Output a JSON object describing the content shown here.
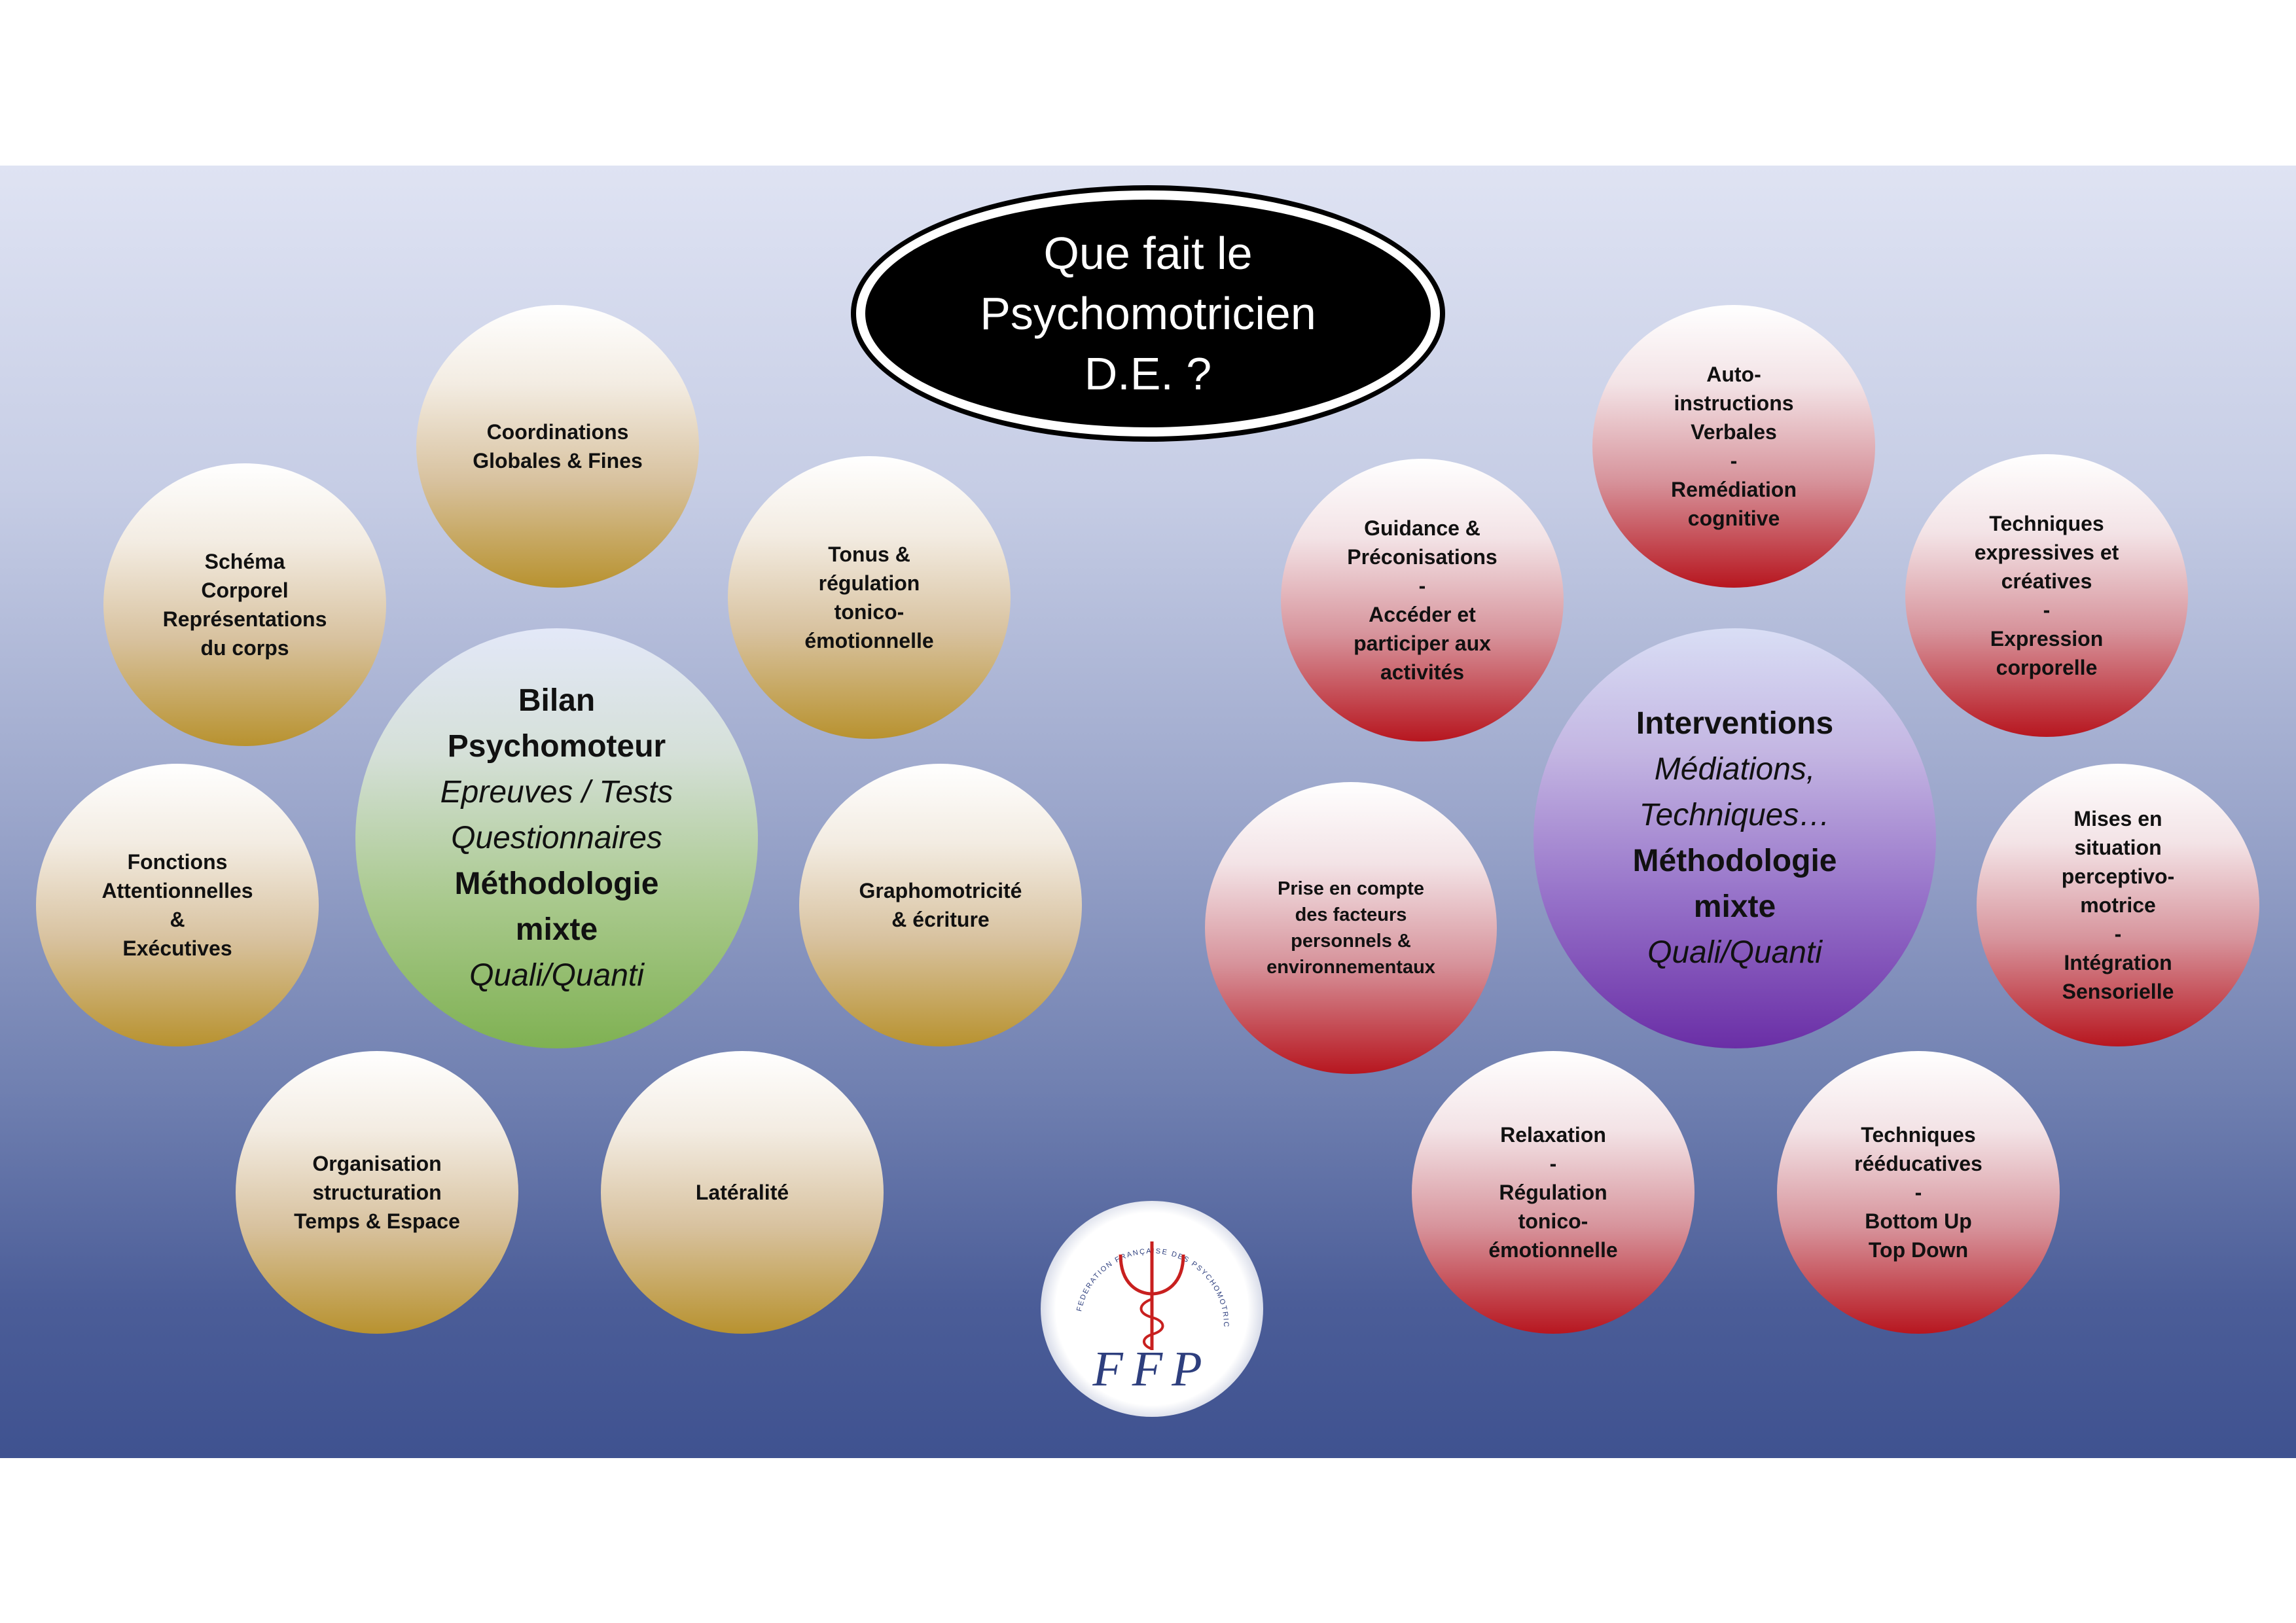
{
  "title": [
    "Que fait le",
    "Psychomotricien",
    "D.E. ?"
  ],
  "bilan": {
    "lines": [
      {
        "text": "Bilan",
        "style": "b"
      },
      {
        "text": "Psychomoteur",
        "style": "b"
      },
      {
        "text": "Epreuves / Tests",
        "style": "i"
      },
      {
        "text": "Questionnaires",
        "style": "i"
      },
      {
        "text": "Méthodologie",
        "style": "b"
      },
      {
        "text": "mixte",
        "style": "b"
      },
      {
        "text": "Quali/Quanti",
        "style": "i"
      }
    ]
  },
  "interventions": {
    "lines": [
      {
        "text": "Interventions",
        "style": "b"
      },
      {
        "text": "Médiations,",
        "style": "i"
      },
      {
        "text": "Techniques…",
        "style": "i"
      },
      {
        "text": "Méthodologie",
        "style": "b"
      },
      {
        "text": "mixte",
        "style": "b"
      },
      {
        "text": "Quali/Quanti",
        "style": "i"
      }
    ]
  },
  "bilan_items": [
    {
      "lines": [
        "Coordinations",
        "Globales & Fines"
      ]
    },
    {
      "lines": [
        "Schéma",
        "Corporel",
        "Représentations",
        "du corps"
      ]
    },
    {
      "lines": [
        "Tonus &",
        "régulation",
        "tonico-",
        "émotionnelle"
      ]
    },
    {
      "lines": [
        "Fonctions",
        "Attentionnelles",
        "&",
        "Exécutives"
      ]
    },
    {
      "lines": [
        "Graphomotricité",
        "& écriture"
      ]
    },
    {
      "lines": [
        "Organisation",
        "structuration",
        "Temps & Espace"
      ]
    },
    {
      "lines": [
        "Latéralité"
      ]
    }
  ],
  "intervention_items": [
    {
      "lines": [
        "Auto-",
        "instructions",
        "Verbales",
        "-",
        "Remédiation",
        "cognitive"
      ]
    },
    {
      "lines": [
        "Guidance &",
        "Préconisations",
        "-",
        "Accéder et",
        "participer aux",
        "activités"
      ]
    },
    {
      "lines": [
        "Techniques",
        "expressives et",
        "créatives",
        "-",
        "Expression",
        "corporelle"
      ]
    },
    {
      "lines": [
        "Prise en compte",
        "des facteurs",
        "personnels &",
        "environnementaux"
      ]
    },
    {
      "lines": [
        "Mises en",
        "situation",
        "perceptivo-",
        "motrice",
        "-",
        "Intégration",
        "Sensorielle"
      ]
    },
    {
      "lines": [
        "Relaxation",
        "-",
        "Régulation",
        "tonico-",
        "émotionnelle"
      ]
    },
    {
      "lines": [
        "Techniques",
        "rééducatives",
        "-",
        "Bottom Up",
        "Top Down"
      ]
    }
  ],
  "logo": {
    "ring_text": "FEDERATION FRANÇAISE DES PSYCHOMOTRICIENS",
    "letters": "FFP",
    "colors": {
      "red": "#c8201f",
      "blue": "#2e3f7e"
    }
  },
  "colors": {
    "gold": "#b8922f",
    "red": "#b7161f",
    "green": "#7fb152",
    "purple": "#6a2ea6",
    "title_bg": "#000000"
  }
}
